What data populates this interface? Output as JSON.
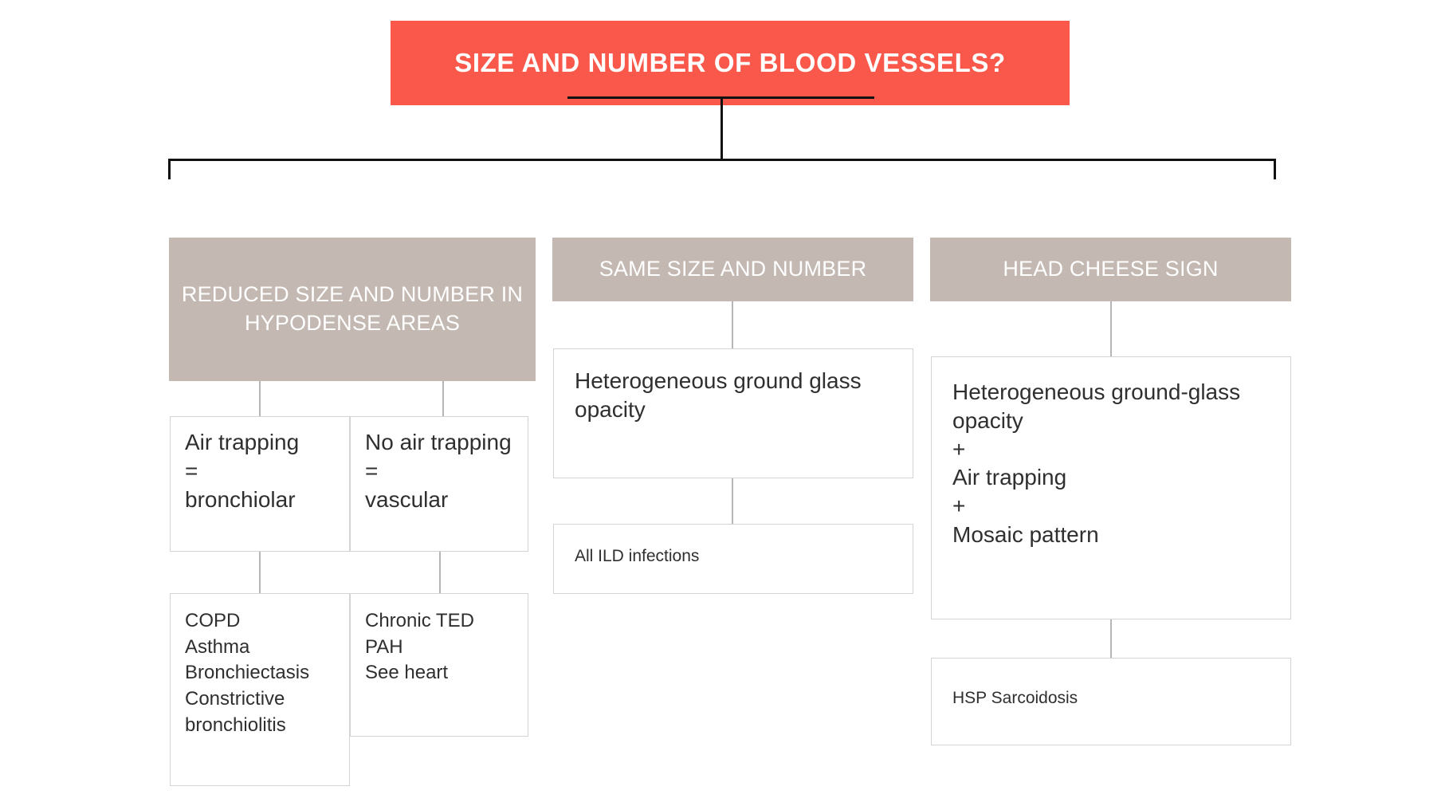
{
  "diagram": {
    "type": "flowchart",
    "root": {
      "label": "SIZE AND NUMBER OF BLOOD VESSELS?",
      "color": "#f9584a",
      "text_color": "#ffffff"
    },
    "header_color": "#c3b8b2",
    "box_border_color": "#d4d4d4",
    "branches": [
      {
        "header": "REDUCED SIZE AND NUMBER IN HYPODENSE AREAS",
        "children": [
          {
            "label": "Air trapping\n=\nbronchiolar",
            "children": [
              {
                "label": "COPD\nAsthma\nBronchiectasis\nConstrictive\nbronchiolitis"
              }
            ]
          },
          {
            "label": "No air trapping\n=\nvascular",
            "children": [
              {
                "label": "Chronic TED\nPAH\nSee heart"
              }
            ]
          }
        ]
      },
      {
        "header": "SAME SIZE AND NUMBER",
        "children": [
          {
            "label": "Heterogeneous ground glass opacity",
            "children": [
              {
                "label": "All ILD infections"
              }
            ]
          }
        ]
      },
      {
        "header": "HEAD CHEESE SIGN",
        "children": [
          {
            "label": "Heterogeneous ground-glass opacity\n+\nAir trapping\n+\nMosaic pattern",
            "children": [
              {
                "label": "HSP Sarcoidosis"
              }
            ]
          }
        ]
      }
    ]
  }
}
